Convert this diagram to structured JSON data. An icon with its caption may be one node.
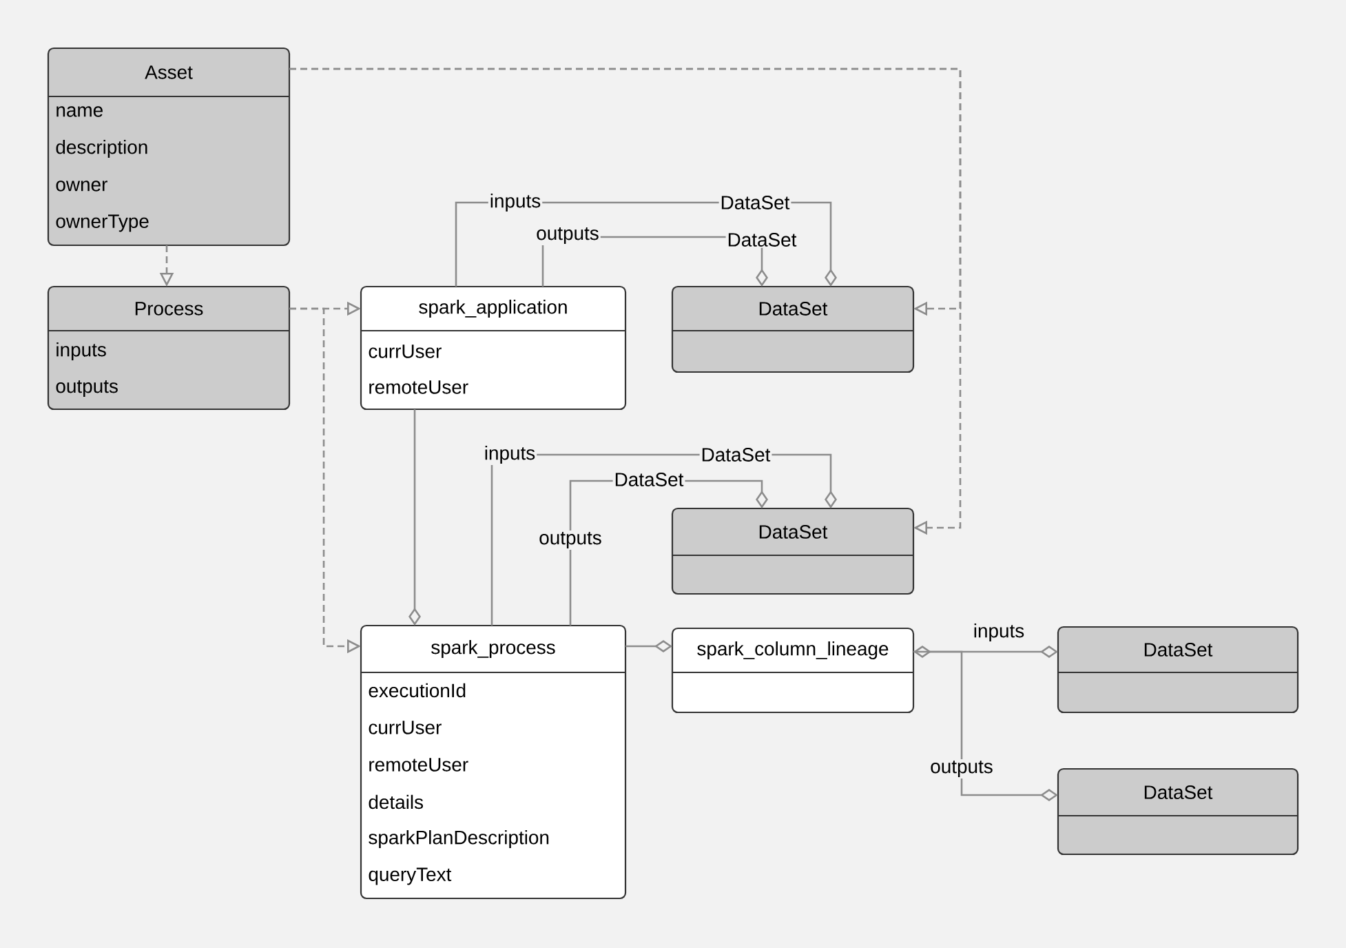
{
  "diagram": {
    "nodes": [
      {
        "text": [
          "Asset",
          "name",
          "description",
          "owner",
          "ownerType"
        ]
      },
      {
        "text": [
          "Process",
          "inputs",
          "outputs"
        ]
      },
      {
        "text": [
          "spark_application",
          "currUser",
          "remoteUser"
        ]
      },
      {
        "text": [
          "DataSet"
        ]
      },
      {
        "text": [
          "DataSet"
        ]
      },
      {
        "text": [
          "spark_process",
          "executionId",
          "currUser",
          "remoteUser",
          "details",
          "sparkPlanDescription",
          "queryText"
        ]
      },
      {
        "text": [
          "spark_column_lineage"
        ]
      },
      {
        "text": [
          "DataSet"
        ]
      },
      {
        "text": [
          "DataSet"
        ]
      }
    ],
    "edges": [
      {
        "from": 0,
        "to": 1,
        "arrow": "to",
        "style": "dashed"
      },
      {
        "from": 1,
        "to": 2,
        "arrow": "to",
        "style": "dashed"
      },
      {
        "from": 1,
        "to": 5,
        "arrow": "to",
        "style": "dashed"
      },
      {
        "from": 0,
        "to": 3,
        "arrow": "to",
        "style": "dashed"
      },
      {
        "from": 0,
        "to": 4,
        "arrow": "to",
        "style": "dashed"
      },
      {
        "from": 2,
        "to": 3,
        "arrow": "other",
        "label": "inputs"
      },
      {
        "from": 2,
        "to": 3,
        "arrow": "other",
        "label": "outputs"
      },
      {
        "from": 2,
        "to": 5,
        "arrow": "other"
      },
      {
        "from": 5,
        "to": 4,
        "arrow": "other",
        "label": "inputs"
      },
      {
        "from": 5,
        "to": 4,
        "arrow": "other",
        "label": "outputs"
      },
      {
        "from": 5,
        "to": 6,
        "arrow": "other"
      },
      {
        "from": 6,
        "to": 7,
        "arrow": "other",
        "label": "inputs"
      },
      {
        "from": 6,
        "to": 8,
        "arrow": "other",
        "label": "outputs"
      }
    ],
    "labels": [
      "DataSet",
      "DataSet",
      "DataSet",
      "DataSet"
    ]
  }
}
